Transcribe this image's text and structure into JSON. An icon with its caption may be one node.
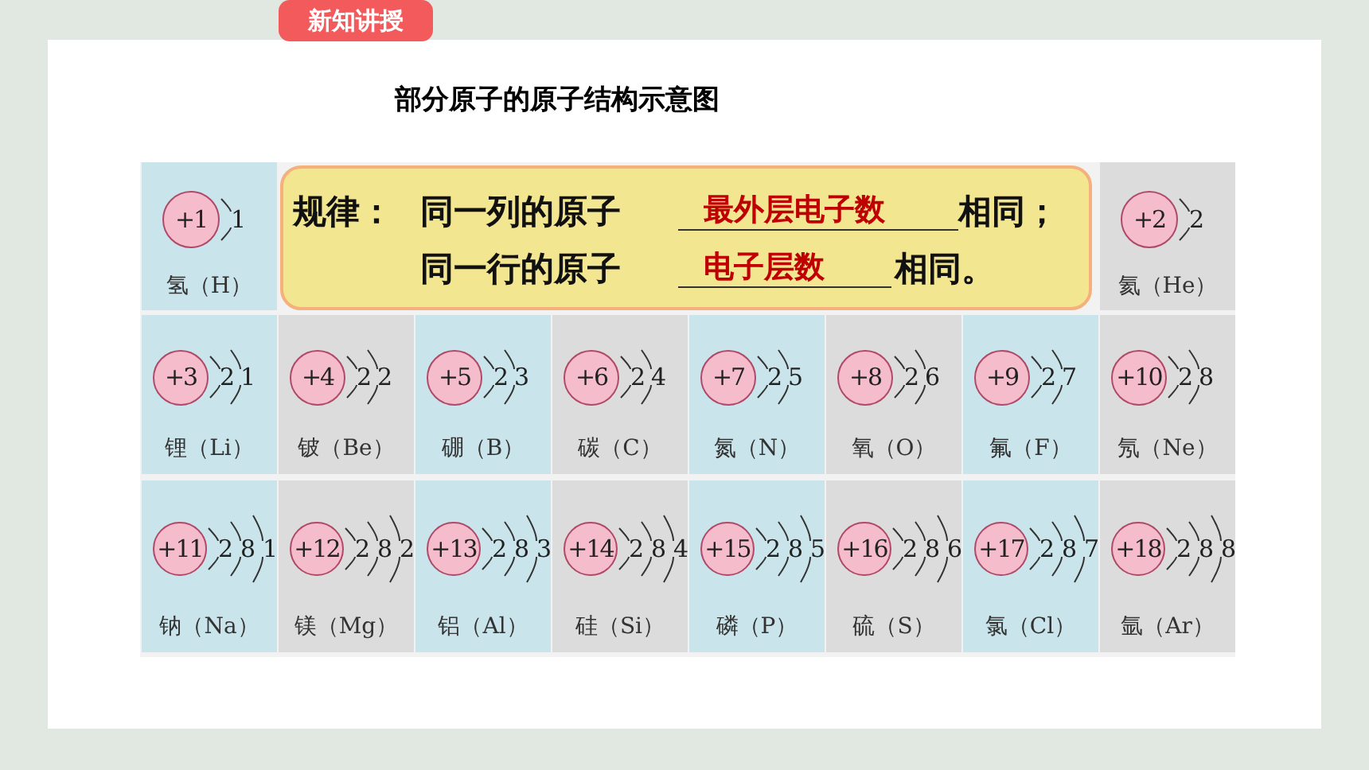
{
  "diagram": {
    "title": "部分原子的原子结构示意图",
    "nodes": [
      {
        "text": [
          "新知讲授"
        ]
      },
      {
        "text": [
          "1",
          "氢（H）"
        ]
      },
      {
        "text": [
          "+1"
        ],
        "in": 1
      },
      {
        "text": [
          "规律：",
          "同一列的原子",
          "最外层电子数",
          "相同；",
          "同一行的原子",
          "电子层数",
          "相同。"
        ]
      },
      {
        "text": [
          "2",
          "氦（He）"
        ]
      },
      {
        "text": [
          "+2"
        ],
        "in": 4
      },
      {
        "text": [
          "2",
          "1",
          "锂（Li）"
        ]
      },
      {
        "text": [
          "+3"
        ],
        "in": 6
      },
      {
        "text": [
          "2",
          "2",
          "铍（Be）"
        ]
      },
      {
        "text": [
          "+4"
        ],
        "in": 8
      },
      {
        "text": [
          "2",
          "3",
          "硼（B）"
        ]
      },
      {
        "text": [
          "+5"
        ],
        "in": 10
      },
      {
        "text": [
          "2",
          "4",
          "碳（C）"
        ]
      },
      {
        "text": [
          "+6"
        ],
        "in": 12
      },
      {
        "text": [
          "2",
          "5",
          "氮（N）"
        ]
      },
      {
        "text": [
          "+7"
        ],
        "in": 14
      },
      {
        "text": [
          "2",
          "6",
          "氧（O）"
        ]
      },
      {
        "text": [
          "+8"
        ],
        "in": 16
      },
      {
        "text": [
          "2",
          "7",
          "氟（F）"
        ]
      },
      {
        "text": [
          "+9"
        ],
        "in": 18
      },
      {
        "text": [
          "2",
          "8",
          "氖（Ne）"
        ]
      },
      {
        "text": [
          "+10"
        ],
        "in": 20
      },
      {
        "text": [
          "2",
          "8",
          "1",
          "钠（Na）"
        ]
      },
      {
        "text": [
          "+11"
        ],
        "in": 22
      },
      {
        "text": [
          "2",
          "8",
          "2",
          "镁（Mg）"
        ]
      },
      {
        "text": [
          "+12"
        ],
        "in": 24
      },
      {
        "text": [
          "2",
          "8",
          "3",
          "铝（Al）"
        ]
      },
      {
        "text": [
          "+13"
        ],
        "in": 26
      },
      {
        "text": [
          "2",
          "8",
          "4",
          "硅（Si）"
        ]
      },
      {
        "text": [
          "+14"
        ],
        "in": 28
      },
      {
        "text": [
          "2",
          "8",
          "5",
          "磷（P）"
        ]
      },
      {
        "text": [
          "+15"
        ],
        "in": 30
      },
      {
        "text": [
          "2",
          "8",
          "6",
          "硫（S）"
        ]
      },
      {
        "text": [
          "+16"
        ],
        "in": 32
      },
      {
        "text": [
          "2",
          "8",
          "7",
          "氯（Cl）"
        ]
      },
      {
        "text": [
          "+17"
        ],
        "in": 34
      },
      {
        "text": [
          "2",
          "8",
          "8",
          "氩（Ar）"
        ]
      },
      {
        "text": [
          "+18"
        ],
        "in": 36
      }
    ]
  }
}
